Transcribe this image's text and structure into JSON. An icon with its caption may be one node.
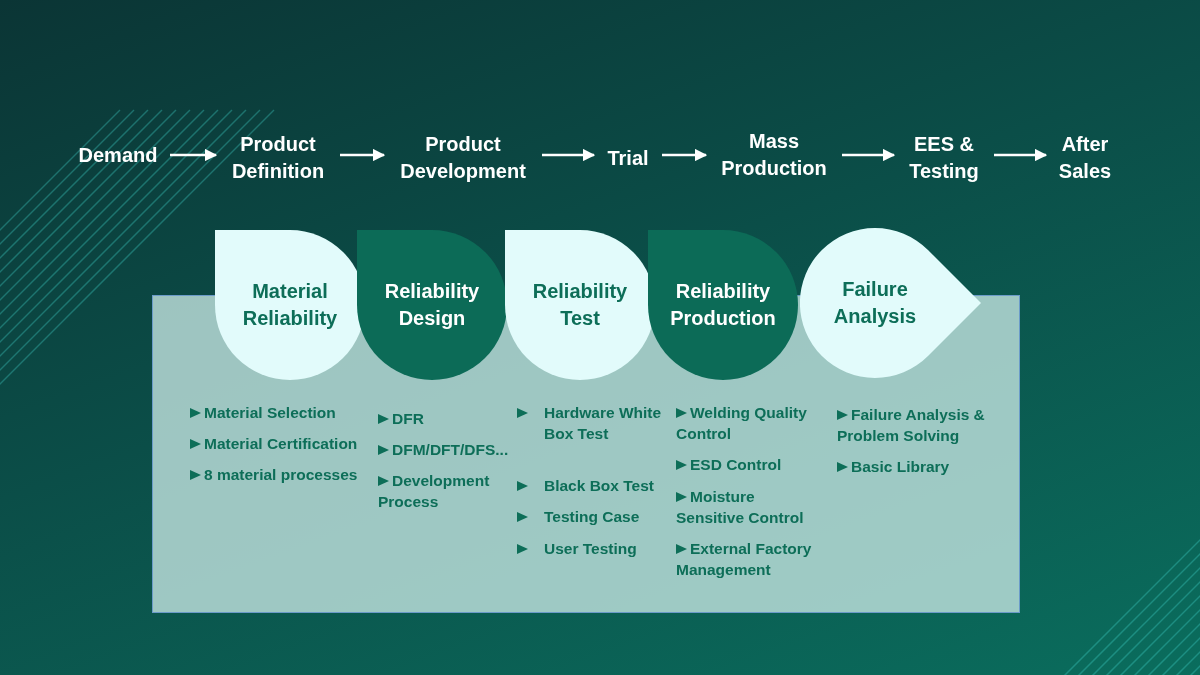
{
  "diagram": {
    "nodes": [
      {
        "text": [
          "Demand"
        ]
      },
      {
        "text": [
          "Product Definition"
        ]
      },
      {
        "text": [
          "Product Development"
        ]
      },
      {
        "text": [
          "Trial"
        ]
      },
      {
        "text": [
          "Mass Production"
        ]
      },
      {
        "text": [
          "EES & Testing"
        ]
      },
      {
        "text": [
          "After Sales"
        ]
      },
      {
        "text": [
          "Material Reliability"
        ]
      },
      {
        "text": [
          "Reliability Design"
        ]
      },
      {
        "text": [
          "Reliability Test"
        ]
      },
      {
        "text": [
          "Reliability Production"
        ]
      },
      {
        "text": [
          "Failure Analysis"
        ]
      }
    ],
    "edges": [
      {
        "from": 0,
        "to": 1,
        "arrow": "to"
      },
      {
        "from": 1,
        "to": 2,
        "arrow": "to"
      },
      {
        "from": 2,
        "to": 3,
        "arrow": "to"
      },
      {
        "from": 3,
        "to": 4,
        "arrow": "to"
      },
      {
        "from": 4,
        "to": 5,
        "arrow": "to"
      },
      {
        "from": 5,
        "to": 6,
        "arrow": "to"
      }
    ],
    "labels": [
      "Material Selection",
      "Material Certification",
      "8 material processes",
      "DFR",
      "DFM/DFT/DFS...",
      "Development Process",
      "Hardware White Box Test",
      "Black Box Test",
      "Testing Case",
      "User Testing",
      "Welding Quality Control",
      "ESD Control",
      "Moisture Sensitive Control",
      "External Factory Management",
      "Failure Analysis & Problem Solving",
      "Basic Library"
    ]
  }
}
